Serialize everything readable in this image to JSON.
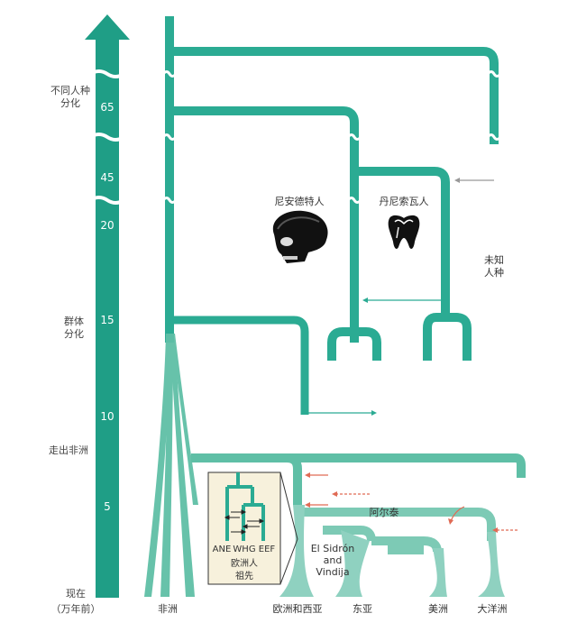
{
  "diagram": {
    "axis_labels": {
      "divergence_label": "不同人种\n分化",
      "population_label": "群体\n分化",
      "out_of_africa": "走出非洲",
      "present_label": "现在\n（万年前）"
    },
    "axis_ticks": [
      "65",
      "45",
      "20",
      "15",
      "10",
      "5"
    ],
    "species": {
      "neanderthal": "尼安德特人",
      "denisovan": "丹尼索瓦人",
      "unknown": "未知\n人种"
    },
    "places": {
      "altai": "阿尔泰",
      "el_sidron": "El Sidrón\nand\nVindija"
    },
    "bottom_labels": [
      "非洲",
      "欧洲和西亚",
      "东亚",
      "美洲",
      "大洋洲"
    ],
    "inset": {
      "tags": [
        "ANE",
        "WHG",
        "EEF"
      ],
      "caption": "欧洲人\n祖先"
    }
  },
  "colors": {
    "modern": "#2bab93",
    "modern_light": "#8fd1c0",
    "archaic_fade": "#e8826f",
    "unknown_fade": "#cfcfcf",
    "oceania_fade": "#bfe7ee",
    "flow_red": "#e06b55",
    "inset_bg": "#f7f1dc"
  },
  "icons": [
    "skull-icon",
    "tooth-icon",
    "arrow-up-icon"
  ]
}
